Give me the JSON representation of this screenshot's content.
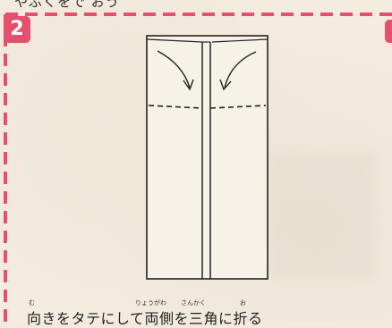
{
  "header": {
    "partial_text": "やぶくをで おう"
  },
  "step": {
    "number": "2"
  },
  "instruction": {
    "ruby_mu": "む",
    "ruby_ryougawa": "りょうがわ",
    "ruby_sankaku": "さんかく",
    "ruby_o": "お",
    "text": "向きをタテにして両側を三角に折る"
  },
  "colors": {
    "accent": "#e4506e",
    "paper": "#f3ecdf",
    "ink": "#222222"
  }
}
